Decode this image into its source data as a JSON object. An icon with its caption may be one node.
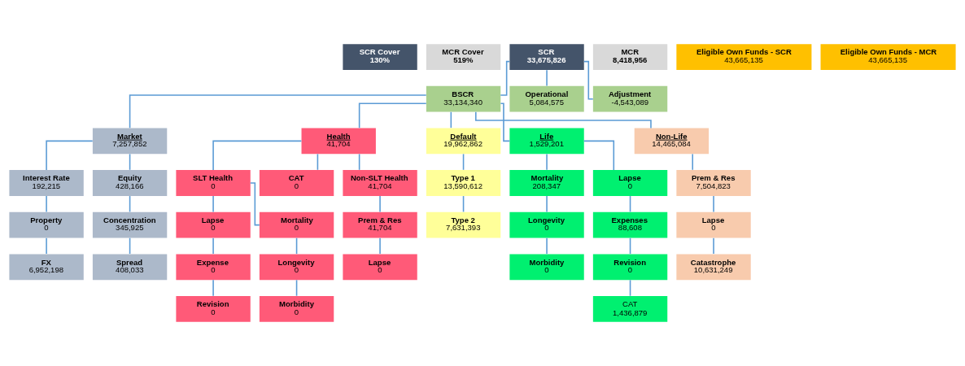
{
  "diagram": {
    "nodes": [
      {
        "text": [
          "SCR Cover",
          "130%"
        ]
      },
      {
        "text": [
          "MCR Cover",
          "519%"
        ]
      },
      {
        "text": [
          "SCR",
          "33,675,826"
        ]
      },
      {
        "text": [
          "MCR",
          "8,418,956"
        ]
      },
      {
        "text": [
          "Eligible Own Funds - SCR",
          "43,665,135"
        ]
      },
      {
        "text": [
          "Eligible Own Funds - MCR",
          "43,665,135"
        ]
      },
      {
        "text": [
          "BSCR",
          "33,134,340"
        ]
      },
      {
        "text": [
          "Operational",
          "5,084,575"
        ]
      },
      {
        "text": [
          "Adjustment",
          "-4,543,089"
        ]
      },
      {
        "text": [
          "Market",
          "7,257,852"
        ]
      },
      {
        "text": [
          "Health",
          "41,704"
        ]
      },
      {
        "text": [
          "Default",
          "19,962,862"
        ]
      },
      {
        "text": [
          "Life",
          "1,529,201"
        ]
      },
      {
        "text": [
          "Non-Life",
          "14,465,084"
        ]
      },
      {
        "text": [
          "Interest Rate",
          "192,215"
        ]
      },
      {
        "text": [
          "Equity",
          "428,166"
        ]
      },
      {
        "text": [
          "SLT Health",
          "0"
        ]
      },
      {
        "text": [
          "CAT",
          "0"
        ]
      },
      {
        "text": [
          "Non-SLT Health",
          "41,704"
        ]
      },
      {
        "text": [
          "Type 1",
          "13,590,612"
        ]
      },
      {
        "text": [
          "Mortality",
          "208,347"
        ]
      },
      {
        "text": [
          "Lapse",
          "0"
        ]
      },
      {
        "text": [
          "Prem & Res",
          "7,504,823"
        ]
      },
      {
        "text": [
          "Property",
          "0"
        ]
      },
      {
        "text": [
          "Concentration",
          "345,925"
        ]
      },
      {
        "text": [
          "Lapse",
          "0"
        ]
      },
      {
        "text": [
          "Mortality",
          "0"
        ]
      },
      {
        "text": [
          "Prem & Res",
          "41,704"
        ]
      },
      {
        "text": [
          "Type 2",
          "7,631,393"
        ]
      },
      {
        "text": [
          "Longevity",
          "0"
        ]
      },
      {
        "text": [
          "Expenses",
          "88,608"
        ]
      },
      {
        "text": [
          "Lapse",
          "0"
        ]
      },
      {
        "text": [
          "FX",
          "6,952,198"
        ]
      },
      {
        "text": [
          "Spread",
          "408,033"
        ]
      },
      {
        "text": [
          "Expense",
          "0"
        ]
      },
      {
        "text": [
          "Longevity",
          "0"
        ]
      },
      {
        "text": [
          "Lapse",
          "0"
        ]
      },
      {
        "text": [
          "Morbidity",
          "0"
        ]
      },
      {
        "text": [
          "Revision",
          "0"
        ]
      },
      {
        "text": [
          "Catastrophe",
          "10,631,249"
        ]
      },
      {
        "text": [
          "Revision",
          "0"
        ]
      },
      {
        "text": [
          "Morbidity",
          "0"
        ]
      },
      {
        "text": [
          "CAT",
          "1,436,879"
        ]
      }
    ],
    "edges": [
      {
        "from": 2,
        "to": 6,
        "arrow": "none"
      },
      {
        "from": 2,
        "to": 7,
        "arrow": "none"
      },
      {
        "from": 2,
        "to": 8,
        "arrow": "none"
      },
      {
        "from": 6,
        "to": 9,
        "arrow": "none"
      },
      {
        "from": 6,
        "to": 10,
        "arrow": "none"
      },
      {
        "from": 6,
        "to": 11,
        "arrow": "none"
      },
      {
        "from": 6,
        "to": 12,
        "arrow": "none"
      },
      {
        "from": 6,
        "to": 13,
        "arrow": "none"
      },
      {
        "from": 9,
        "to": 14,
        "arrow": "none"
      },
      {
        "from": 9,
        "to": 15,
        "arrow": "none"
      },
      {
        "from": 14,
        "to": 23,
        "arrow": "none"
      },
      {
        "from": 23,
        "to": 32,
        "arrow": "none"
      },
      {
        "from": 15,
        "to": 24,
        "arrow": "none"
      },
      {
        "from": 24,
        "to": 33,
        "arrow": "none"
      },
      {
        "from": 10,
        "to": 16,
        "arrow": "none"
      },
      {
        "from": 10,
        "to": 17,
        "arrow": "none"
      },
      {
        "from": 10,
        "to": 18,
        "arrow": "none"
      },
      {
        "from": 16,
        "to": 25,
        "arrow": "none"
      },
      {
        "from": 16,
        "to": 26,
        "arrow": "none"
      },
      {
        "from": 25,
        "to": 34,
        "arrow": "none"
      },
      {
        "from": 34,
        "to": 40,
        "arrow": "none"
      },
      {
        "from": 26,
        "to": 35,
        "arrow": "none"
      },
      {
        "from": 35,
        "to": 41,
        "arrow": "none"
      },
      {
        "from": 18,
        "to": 27,
        "arrow": "none"
      },
      {
        "from": 27,
        "to": 36,
        "arrow": "none"
      },
      {
        "from": 11,
        "to": 19,
        "arrow": "none"
      },
      {
        "from": 19,
        "to": 28,
        "arrow": "none"
      },
      {
        "from": 12,
        "to": 20,
        "arrow": "none"
      },
      {
        "from": 12,
        "to": 21,
        "arrow": "none"
      },
      {
        "from": 20,
        "to": 29,
        "arrow": "none"
      },
      {
        "from": 29,
        "to": 37,
        "arrow": "none"
      },
      {
        "from": 21,
        "to": 30,
        "arrow": "none"
      },
      {
        "from": 30,
        "to": 38,
        "arrow": "none"
      },
      {
        "from": 38,
        "to": 42,
        "arrow": "none"
      },
      {
        "from": 13,
        "to": 22,
        "arrow": "none"
      },
      {
        "from": 22,
        "to": 31,
        "arrow": "none"
      },
      {
        "from": 31,
        "to": 39,
        "arrow": "none"
      }
    ]
  }
}
